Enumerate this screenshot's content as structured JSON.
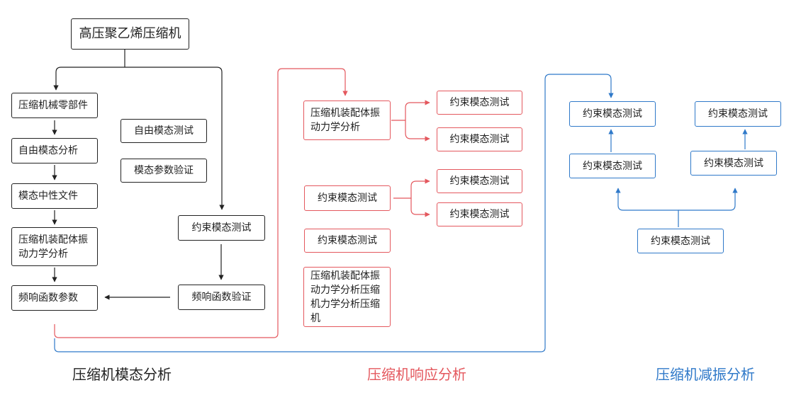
{
  "colors": {
    "black": "#222222",
    "red": "#e4585e",
    "blue": "#2f79c9"
  },
  "modal": {
    "top": "高压聚乙烯压缩机",
    "chain": [
      "压缩机械零部件",
      "自由模态分析",
      "模态中性文件",
      "压缩机装配体振动力学分析",
      "频响函数参数"
    ],
    "side": [
      "自由模态测试",
      "模态参数验证"
    ],
    "right": [
      "约束模态测试",
      "频响函数验证"
    ],
    "section_title": "压缩机模态分析"
  },
  "response": {
    "group1": {
      "source": "压缩机装配体振动力学分析",
      "targets": [
        "约束模态测试",
        "约束模态测试"
      ]
    },
    "group2": {
      "source": "约束模态测试",
      "targets": [
        "约束模态测试",
        "约束模态测试"
      ]
    },
    "single": "约束模态测试",
    "bottom": "压缩机装配体振动力学分析压缩机力学分析压缩机",
    "section_title": "压缩机响应分析"
  },
  "damping": {
    "top_left": "约束模态测试",
    "top_right": "约束模态测试",
    "mid_left": "约束模态测试",
    "mid_right": "约束模态测试",
    "bottom": "约束模态测试",
    "section_title": "压缩机减振分析"
  }
}
